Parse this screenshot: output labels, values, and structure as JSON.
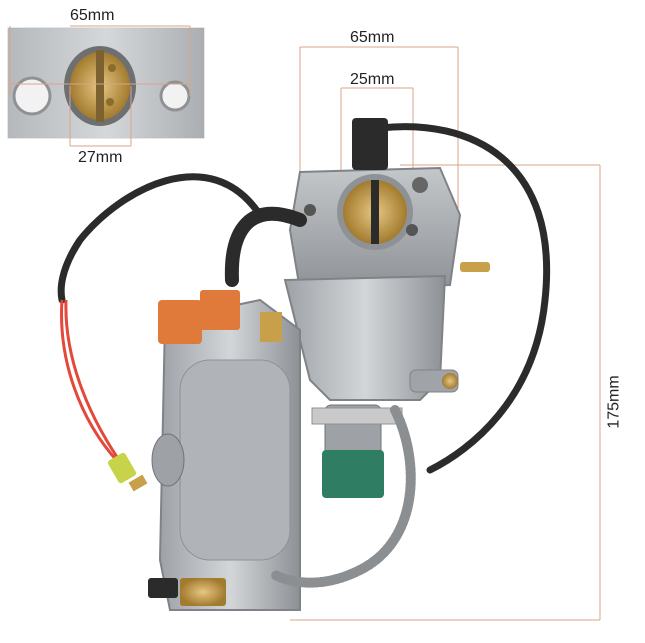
{
  "dimensions": {
    "inset_width": "65mm",
    "inset_bore": "27mm",
    "flange_width": "65mm",
    "throat": "25mm",
    "height": "175mm"
  },
  "colors": {
    "guide_line": "#d9a48a",
    "metal": "#b9bcc0",
    "metal_dark": "#7f8387",
    "hose": "#2b2b2b",
    "orange_cap": "#e07a3a",
    "green_solenoid": "#2f7d63",
    "red_wire": "#e4483a",
    "yellow_connector": "#c7d44a",
    "brass": "#c9a04a"
  },
  "icons": {
    "product_photo": "carburetor-dual-fuel-icon"
  }
}
